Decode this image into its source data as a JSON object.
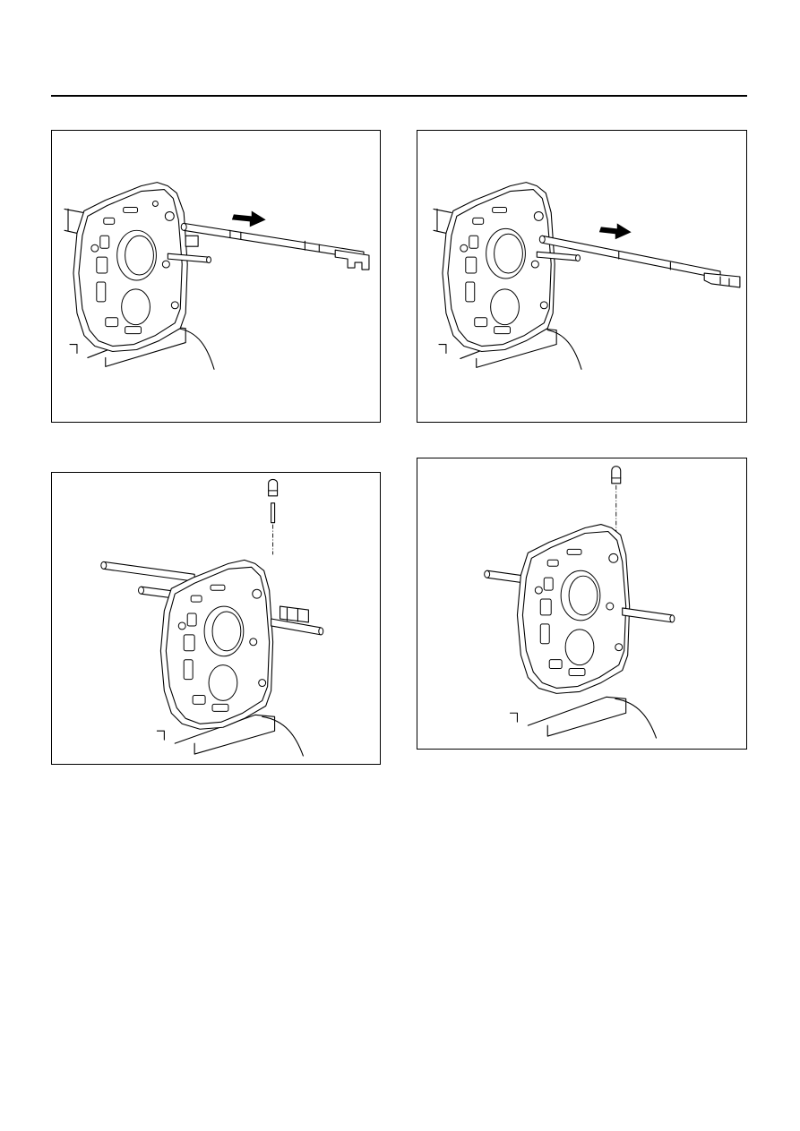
{
  "page": {
    "figures": [
      {
        "id": "fig1",
        "content": "valve-body-plate-shaft-removal",
        "arrow": "right"
      },
      {
        "id": "fig2",
        "content": "valve-body-plate-shaft-removal-2",
        "arrow": "right"
      },
      {
        "id": "fig3",
        "content": "valve-body-plate-pin-installation"
      },
      {
        "id": "fig4",
        "content": "valve-body-plate-plug-installation"
      }
    ]
  }
}
